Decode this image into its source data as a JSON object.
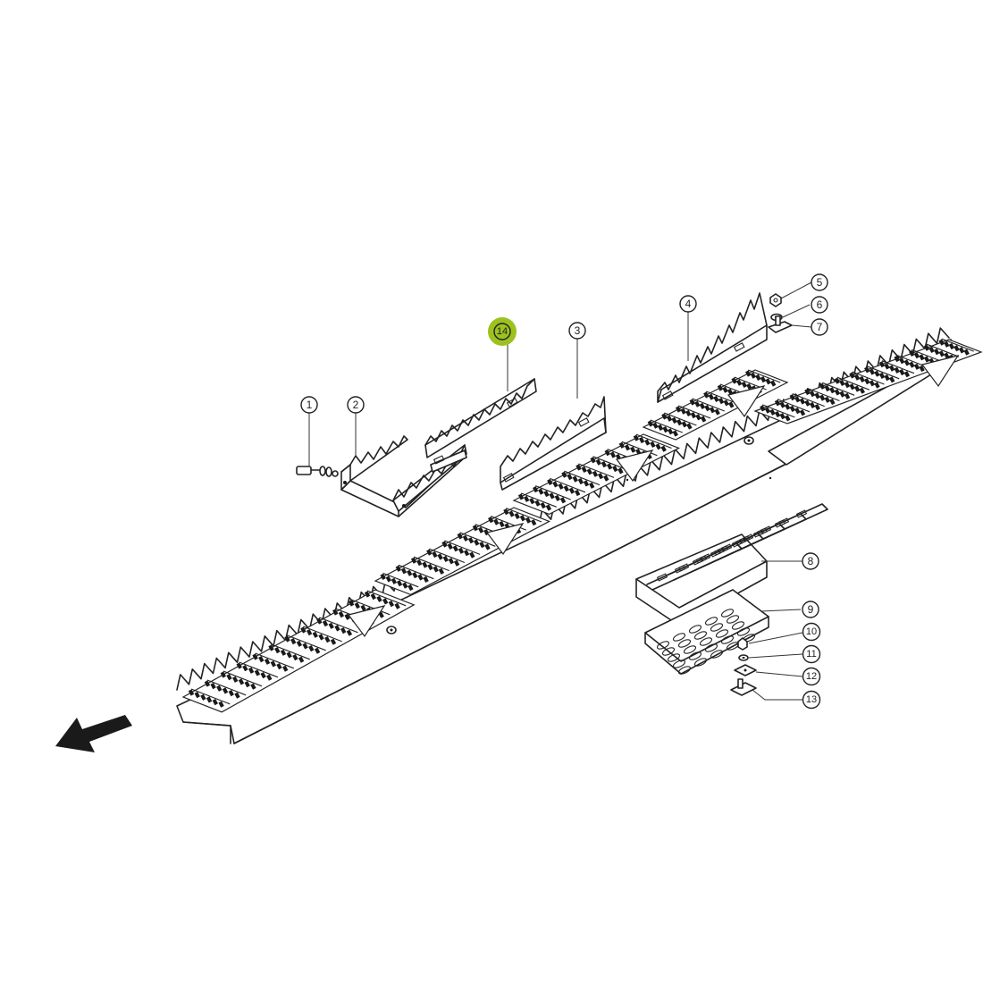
{
  "diagram": {
    "highlight_color": "#9dc21f",
    "line_color": "#222222",
    "callouts": [
      {
        "id": "1",
        "label": "1"
      },
      {
        "id": "2",
        "label": "2"
      },
      {
        "id": "3",
        "label": "3"
      },
      {
        "id": "4",
        "label": "4"
      },
      {
        "id": "5",
        "label": "5"
      },
      {
        "id": "6",
        "label": "6"
      },
      {
        "id": "7",
        "label": "7"
      },
      {
        "id": "8",
        "label": "8"
      },
      {
        "id": "9",
        "label": "9"
      },
      {
        "id": "10",
        "label": "10"
      },
      {
        "id": "11",
        "label": "11"
      },
      {
        "id": "12",
        "label": "12"
      },
      {
        "id": "13",
        "label": "13"
      },
      {
        "id": "14",
        "label": "14",
        "highlighted": true
      }
    ],
    "direction_arrow": "arrow-down-left-icon"
  }
}
